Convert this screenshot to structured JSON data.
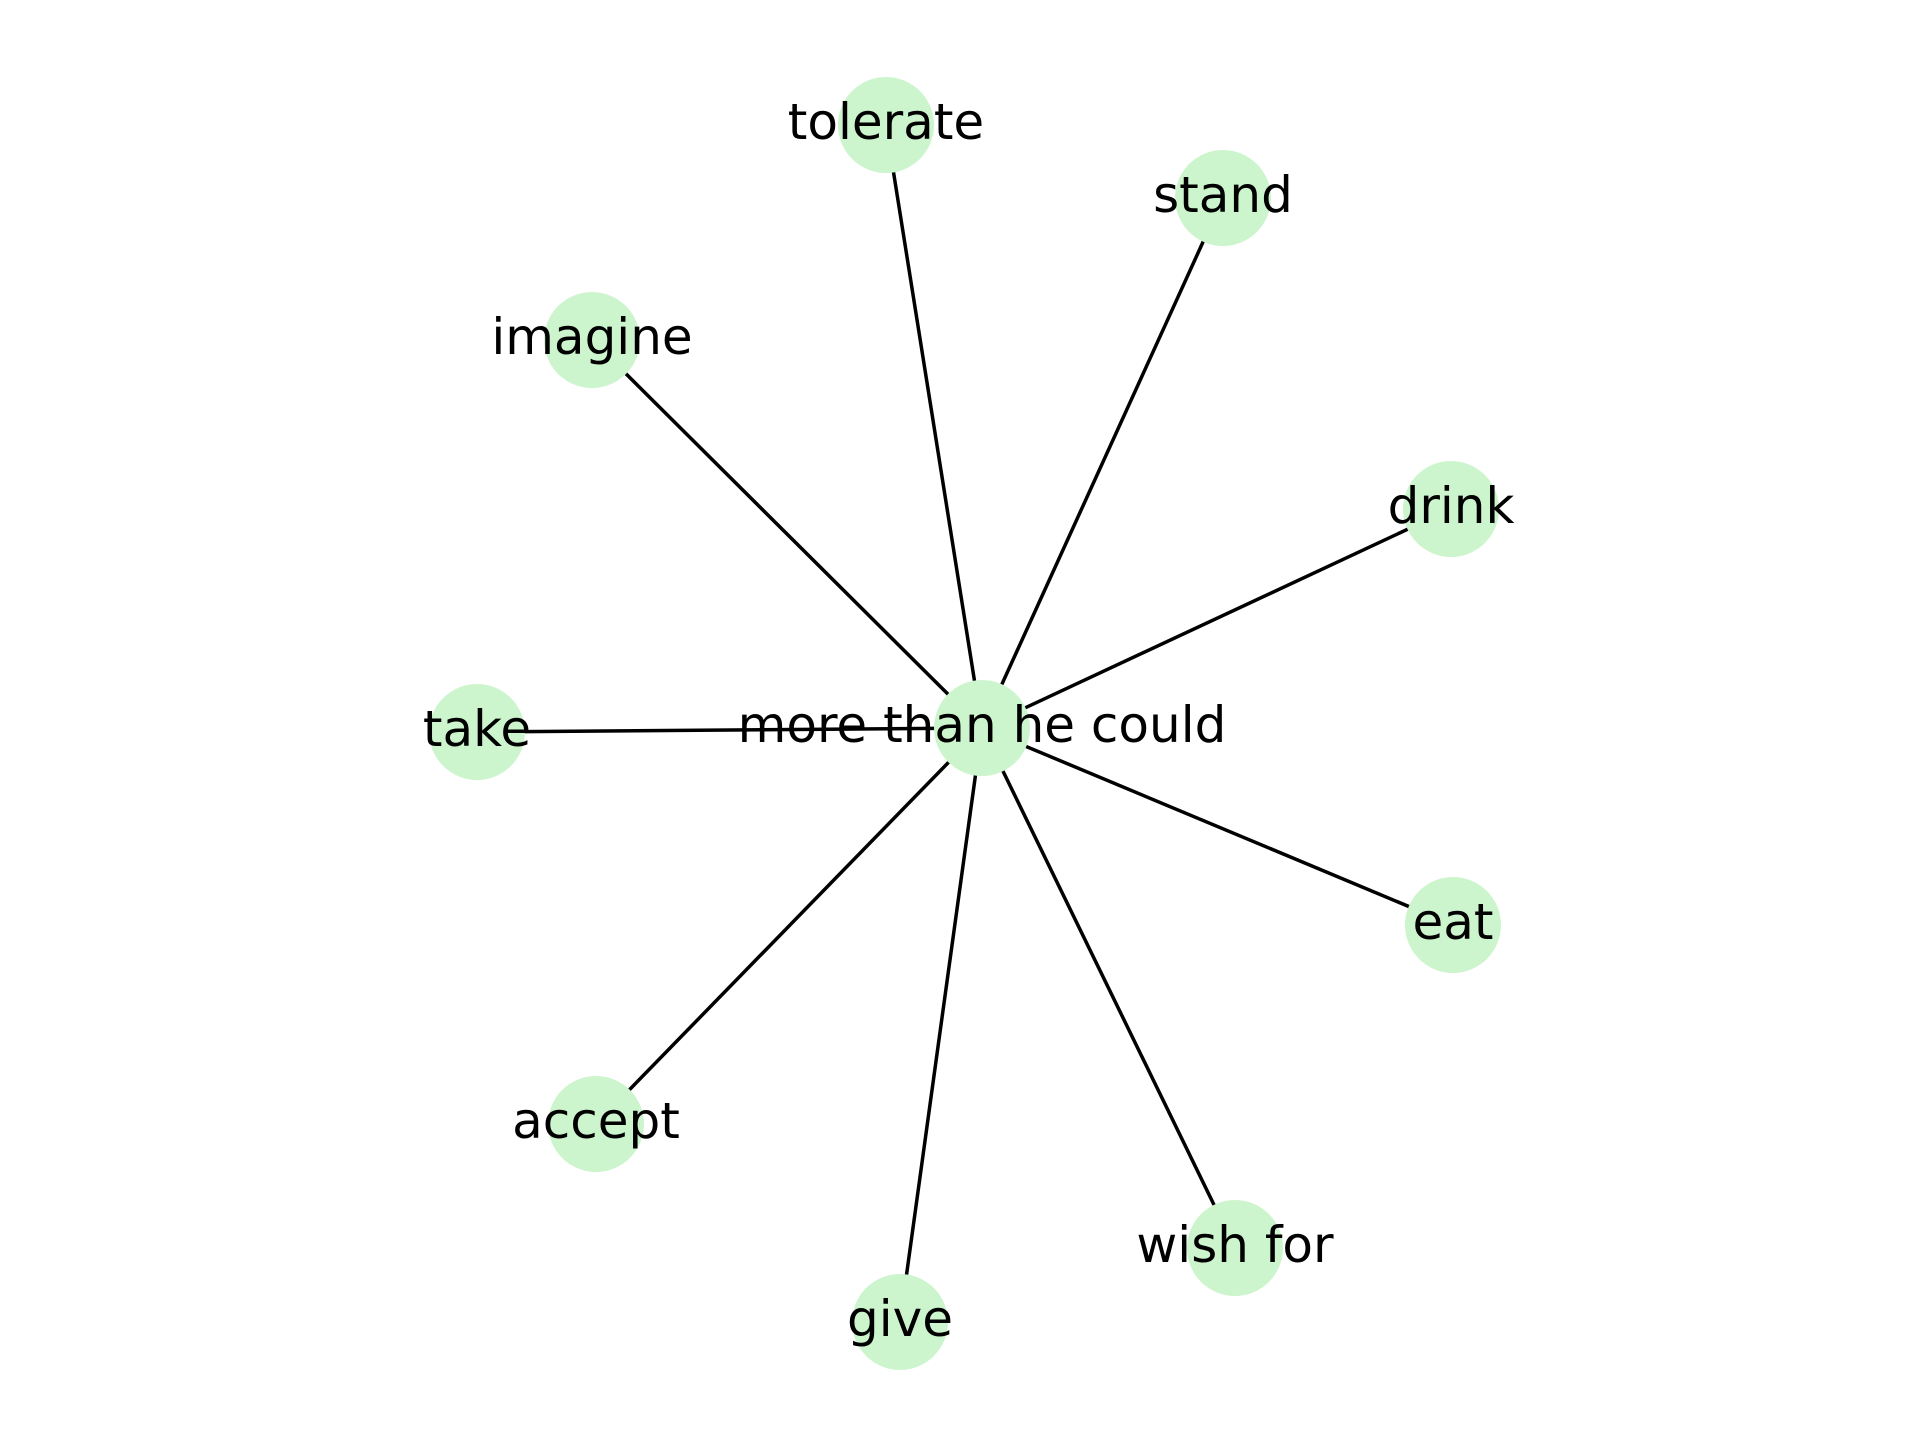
{
  "graph": {
    "type": "star",
    "node_color": "#cdf5cd",
    "edge_color": "#000000",
    "label_color": "#000000",
    "center": {
      "id": "center",
      "label": "more than he could"
    },
    "nodes": [
      {
        "id": "tolerate",
        "label": "tolerate"
      },
      {
        "id": "stand",
        "label": "stand"
      },
      {
        "id": "imagine",
        "label": "imagine"
      },
      {
        "id": "drink",
        "label": "drink"
      },
      {
        "id": "take",
        "label": "take"
      },
      {
        "id": "eat",
        "label": "eat"
      },
      {
        "id": "accept",
        "label": "accept"
      },
      {
        "id": "wish-for",
        "label": "wish for"
      },
      {
        "id": "give",
        "label": "give"
      }
    ],
    "edges": [
      {
        "source": "center",
        "target": "tolerate"
      },
      {
        "source": "center",
        "target": "stand"
      },
      {
        "source": "center",
        "target": "imagine"
      },
      {
        "source": "center",
        "target": "drink"
      },
      {
        "source": "center",
        "target": "take"
      },
      {
        "source": "center",
        "target": "eat"
      },
      {
        "source": "center",
        "target": "accept"
      },
      {
        "source": "center",
        "target": "wish-for"
      },
      {
        "source": "center",
        "target": "give"
      }
    ]
  }
}
